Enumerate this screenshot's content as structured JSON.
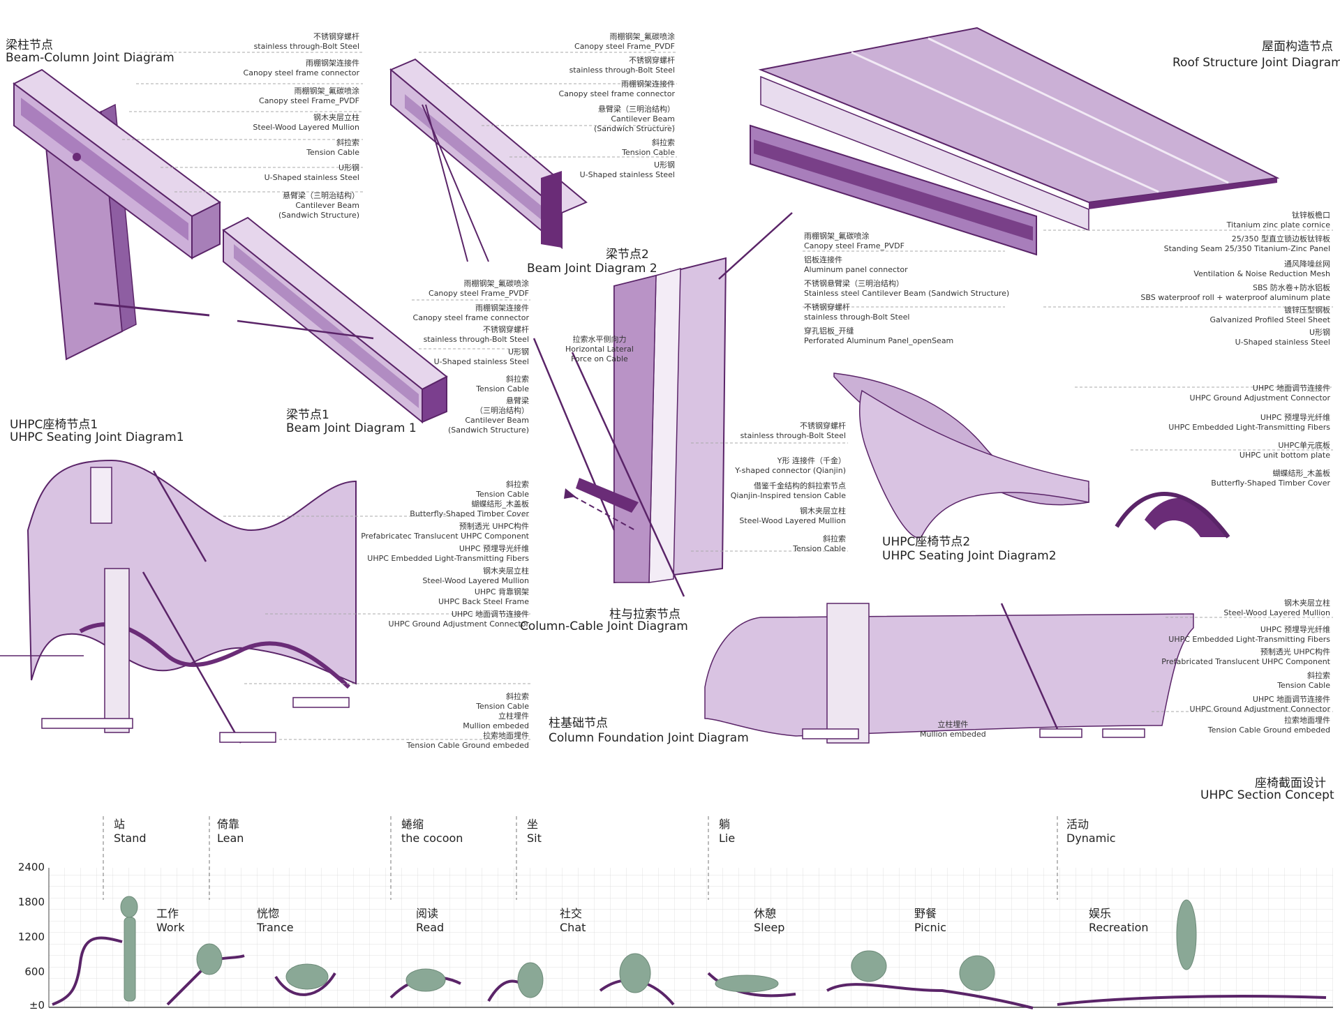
{
  "colors": {
    "accent": "#6a2c77",
    "fill_light": "#d9c3e2",
    "fill_mid": "#b993c6",
    "line": "#5a2468",
    "figure": "#8aa896",
    "grid": "#d6d6d6"
  },
  "diagrams": {
    "beam_column": {
      "cn": "梁柱节点",
      "en": "Beam-Column Joint Diagram"
    },
    "beam1": {
      "cn": "梁节点1",
      "en": "Beam Joint Diagram 1"
    },
    "beam2": {
      "cn": "梁节点2",
      "en": "Beam Joint Diagram 2"
    },
    "roof": {
      "cn": "屋面构造节点",
      "en": "Roof Structure Joint Diagram"
    },
    "seat1": {
      "cn": "UHPC座椅节点1",
      "en": "UHPC Seating Joint Diagram1"
    },
    "seat2": {
      "cn": "UHPC座椅节点2",
      "en": "UHPC Seating Joint Diagram2"
    },
    "column_cable": {
      "cn": "柱与拉索节点",
      "en": "Column-Cable Joint Diagram"
    },
    "foundation": {
      "cn": "柱基础节点",
      "en": "Column Foundation Joint Diagram"
    },
    "section": {
      "cn": "座椅截面设计",
      "en": "UHPC Section Concept"
    }
  },
  "labels": {
    "bc": [
      {
        "cn": "不锈钢穿螺杆",
        "en": "stainless through-Bolt Steel"
      },
      {
        "cn": "雨棚钢架连接件",
        "en": "Canopy steel frame connector"
      },
      {
        "cn": "雨棚钢架_氟碳喷涂",
        "en": "Canopy steel Frame_PVDF"
      },
      {
        "cn": "钢木夹层立柱",
        "en": "Steel-Wood Layered Mullion"
      },
      {
        "cn": "斜拉索",
        "en": "Tension Cable"
      },
      {
        "cn": "U形钢",
        "en": "U-Shaped stainless Steel"
      },
      {
        "cn": "悬臂梁（三明治结构）",
        "en": "Cantilever Beam",
        "en2": "(Sandwich Structure)"
      }
    ],
    "b2": [
      {
        "cn": "雨棚钢架_氟碳喷涂",
        "en": "Canopy steel Frame_PVDF"
      },
      {
        "cn": "不锈钢穿螺杆",
        "en": "stainless through-Bolt Steel"
      },
      {
        "cn": "雨棚钢架连接件",
        "en": "Canopy steel frame connector"
      },
      {
        "cn": "悬臂梁（三明治结构）",
        "en": "Cantilever Beam",
        "en2": "(Sandwich Structure)"
      },
      {
        "cn": "斜拉索",
        "en": "Tension Cable"
      },
      {
        "cn": "U形钢",
        "en": "U-Shaped stainless Steel"
      }
    ],
    "b1": [
      {
        "cn": "雨棚钢架_氟碳喷涂",
        "en": "Canopy steel Frame_PVDF"
      },
      {
        "cn": "雨棚钢架连接件",
        "en": "Canopy steel frame connector"
      },
      {
        "cn": "不锈钢穿螺杆",
        "en": "stainless through-Bolt Steel"
      },
      {
        "cn": "U形钢",
        "en": "U-Shaped stainless Steel"
      },
      {
        "cn": "斜拉索",
        "en": "Tension Cable"
      },
      {
        "cn": "悬臂梁",
        "cn2": "（三明治结构）",
        "en": "Cantilever Beam",
        "en2": "(Sandwich Structure)"
      }
    ],
    "roof_left": [
      {
        "cn": "雨棚钢架_氟碳喷涂",
        "en": "Canopy steel Frame_PVDF"
      },
      {
        "cn": "铝板连接件",
        "en": "Aluminum panel connector"
      },
      {
        "cn": "不锈钢悬臂梁（三明治结构）",
        "en": "Stainless steel Cantilever Beam (Sandwich Structure)"
      },
      {
        "cn": "不锈钢穿螺杆",
        "en": "stainless through-Bolt Steel"
      },
      {
        "cn": "穿孔铝板_开缝",
        "en": "Perforated Aluminum Panel_openSeam"
      }
    ],
    "roof_right": [
      {
        "cn": "钛锌板檐口",
        "en": "Titanium zinc plate cornice"
      },
      {
        "cn": "25/350 型直立锁边板钛锌板",
        "en": "Standing Seam 25/350 Titanium-Zinc Panel"
      },
      {
        "cn": "通风降噪丝网",
        "en": "Ventilation & Noise Reduction Mesh"
      },
      {
        "cn": "SBS 防水卷+防水铝板",
        "en": "SBS waterproof roll + waterproof aluminum plate"
      },
      {
        "cn": "镀锌压型钢板",
        "en": "Galvanized Profiled Steel Sheet"
      },
      {
        "cn": "U形钢",
        "en": "U-Shaped stainless Steel"
      }
    ],
    "column_cable_left": {
      "cn": "拉索水平侧向力",
      "en": "Horizontal Lateral",
      "en2": "Force on Cable"
    },
    "cc": [
      {
        "cn": "不锈钢穿螺杆",
        "en": "stainless through-Bolt Steel"
      },
      {
        "cn": "Y形 连接件（千金）",
        "en": "Y-shaped connector (Qianjin)"
      },
      {
        "cn": "借鉴千金结构的斜拉索节点",
        "en": "Qianjin-Inspired tension Cable"
      },
      {
        "cn": "钢木夹层立柱",
        "en": "Steel-Wood Layered Mullion"
      },
      {
        "cn": "斜拉索",
        "en": "Tension Cable"
      }
    ],
    "seat1": [
      {
        "cn": "斜拉索",
        "en": "Tension Cable"
      },
      {
        "cn": "蝴蝶结形_木盖板",
        "en": "Butterfly-Shaped Timber Cover"
      },
      {
        "cn": "预制透光 UHPC构件",
        "en": "Prefabricatec Translucent UHPC Component"
      },
      {
        "cn": "UHPC 预埋导光纤维",
        "en": "UHPC Embedded Light-Transmitting Fibers"
      },
      {
        "cn": "钢木夹层立柱",
        "en": "Steel-Wood Layered Mullion"
      },
      {
        "cn": "UHPC 背靠钢架",
        "en": "UHPC Back Steel Frame"
      },
      {
        "cn": "UHPC 地面调节连接件",
        "en": "UHPC Ground Adjustment Connector"
      }
    ],
    "found_left": [
      {
        "cn": "斜拉索",
        "en": "Tension Cable"
      },
      {
        "cn": "立柱埋件",
        "en": "Mullion embeded"
      },
      {
        "cn": "拉索地面埋件",
        "en": "Tension Cable Ground embeded"
      }
    ],
    "seat2": [
      {
        "cn": "UHPC 地面调节连接件",
        "en": "UHPC Ground Adjustment Connector"
      },
      {
        "cn": "UHPC 预埋导光纤维",
        "en": "UHPC Embedded Light-Transmitting Fibers"
      },
      {
        "cn": "UHPC单元底板",
        "en": "UHPC unit bottom plate"
      },
      {
        "cn": "蝴蝶结形_木盖板",
        "en": "Butterfly-Shaped Timber Cover"
      }
    ],
    "found_right": [
      {
        "cn": "钢木夹层立柱",
        "en": "Steel-Wood Layered Mullion"
      },
      {
        "cn": "UHPC 预埋导光纤维",
        "en": "UHPC Embedded Light-Transmitting Fibers"
      },
      {
        "cn": "预制透光 UHPC构件",
        "en": "Prefabricated Translucent UHPC Component"
      },
      {
        "cn": "斜拉索",
        "en": "Tension Cable"
      },
      {
        "cn": "UHPC 地面调节连接件",
        "en": "UHPC Ground Adjustment Connector"
      },
      {
        "cn": "拉索地面埋件",
        "en": "Tension Cable Ground embeded"
      }
    ],
    "mullion_embed": {
      "cn": "立柱埋件",
      "en": "Mullion embeded"
    }
  },
  "section_chart": {
    "y_ticks": [
      "2400",
      "1800",
      "1200",
      "600",
      "±0"
    ],
    "postures": [
      {
        "cn": "站",
        "en": "Stand"
      },
      {
        "cn": "倚靠",
        "en": "Lean"
      },
      {
        "cn": "蜷缩",
        "en": "the cocoon"
      },
      {
        "cn": "坐",
        "en": "Sit"
      },
      {
        "cn": "躺",
        "en": "Lie"
      },
      {
        "cn": "活动",
        "en": "Dynamic"
      }
    ],
    "activities": [
      {
        "cn": "工作",
        "en": "Work"
      },
      {
        "cn": "恍惚",
        "en": "Trance"
      },
      {
        "cn": "阅读",
        "en": "Read"
      },
      {
        "cn": "社交",
        "en": "Chat"
      },
      {
        "cn": "休憩",
        "en": "Sleep"
      },
      {
        "cn": "野餐",
        "en": "Picnic"
      },
      {
        "cn": "娱乐",
        "en": "Recreation"
      }
    ]
  }
}
